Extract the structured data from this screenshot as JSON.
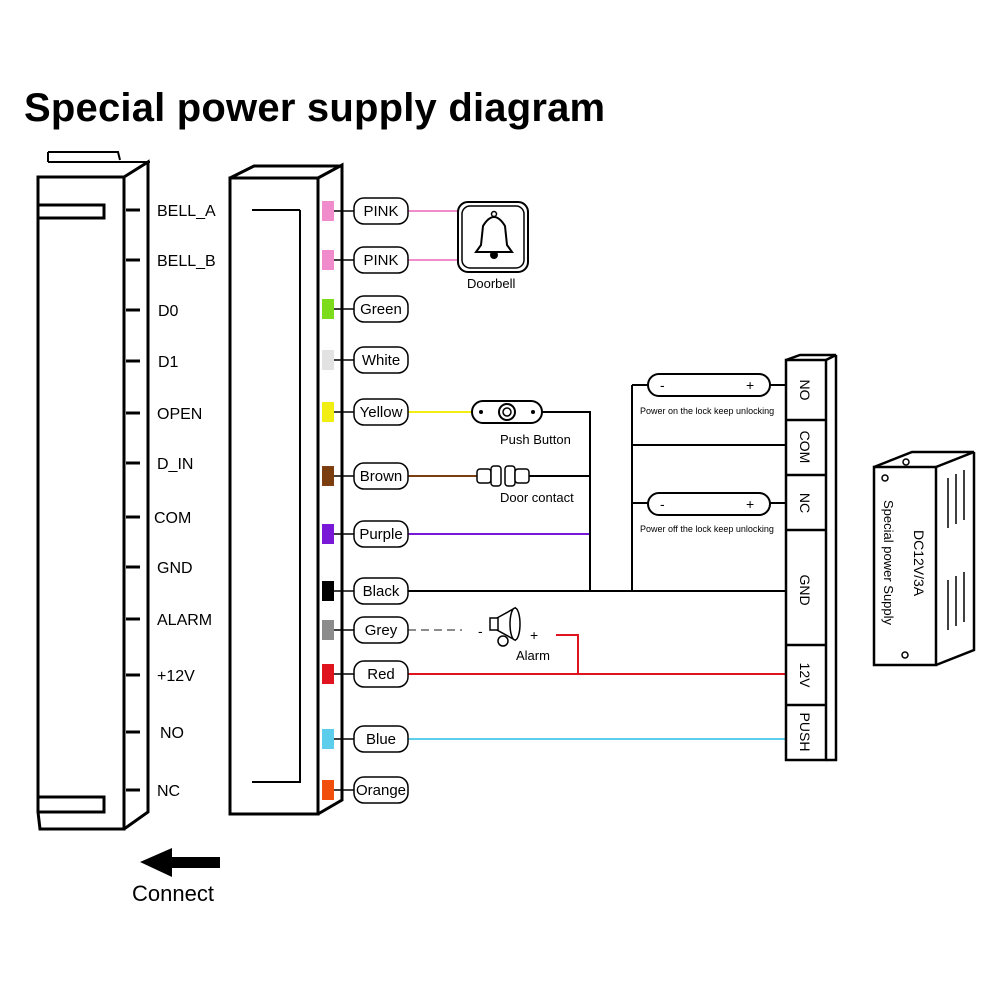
{
  "title": "Special power supply diagram",
  "pins": [
    {
      "label": "BELL_A"
    },
    {
      "label": "BELL_B"
    },
    {
      "label": "D0"
    },
    {
      "label": "D1"
    },
    {
      "label": "OPEN"
    },
    {
      "label": "D_IN"
    },
    {
      "label": "COM"
    },
    {
      "label": "GND"
    },
    {
      "label": "ALARM"
    },
    {
      "label": "+12V"
    },
    {
      "label": "NO"
    },
    {
      "label": "NC"
    }
  ],
  "wires": [
    {
      "label": "PINK",
      "color": "#f08ccc"
    },
    {
      "label": "PINK",
      "color": "#f08ccc"
    },
    {
      "label": "Green",
      "color": "#7cdc1c"
    },
    {
      "label": "White",
      "color": "#e2e2e2"
    },
    {
      "label": "Yellow",
      "color": "#f2ee14"
    },
    {
      "label": "Brown",
      "color": "#7a3e10"
    },
    {
      "label": "Purple",
      "color": "#7a18d8"
    },
    {
      "label": "Black",
      "color": "#000000"
    },
    {
      "label": "Grey",
      "color": "#8c8c8c"
    },
    {
      "label": "Red",
      "color": "#e0141e"
    },
    {
      "label": "Blue",
      "color": "#5ccdea"
    },
    {
      "label": "Orange",
      "color": "#f24e0c"
    }
  ],
  "devices": {
    "doorbell": "Doorbell",
    "push_button": "Push Button",
    "door_contact": "Door contact",
    "alarm": "Alarm",
    "alarm_minus": "-",
    "alarm_plus": "+"
  },
  "lock_modules": [
    {
      "minus": "-",
      "plus": "+",
      "caption": "Power on the lock keep unlocking"
    },
    {
      "minus": "-",
      "plus": "+",
      "caption": "Power off the lock keep unlocking"
    }
  ],
  "terminals": [
    "NO",
    "COM",
    "NC",
    "GND",
    "12V",
    "PUSH"
  ],
  "power_supply": {
    "line1": "DC12V/3A",
    "line2": "Special power Supply"
  },
  "connect_label": "Connect"
}
